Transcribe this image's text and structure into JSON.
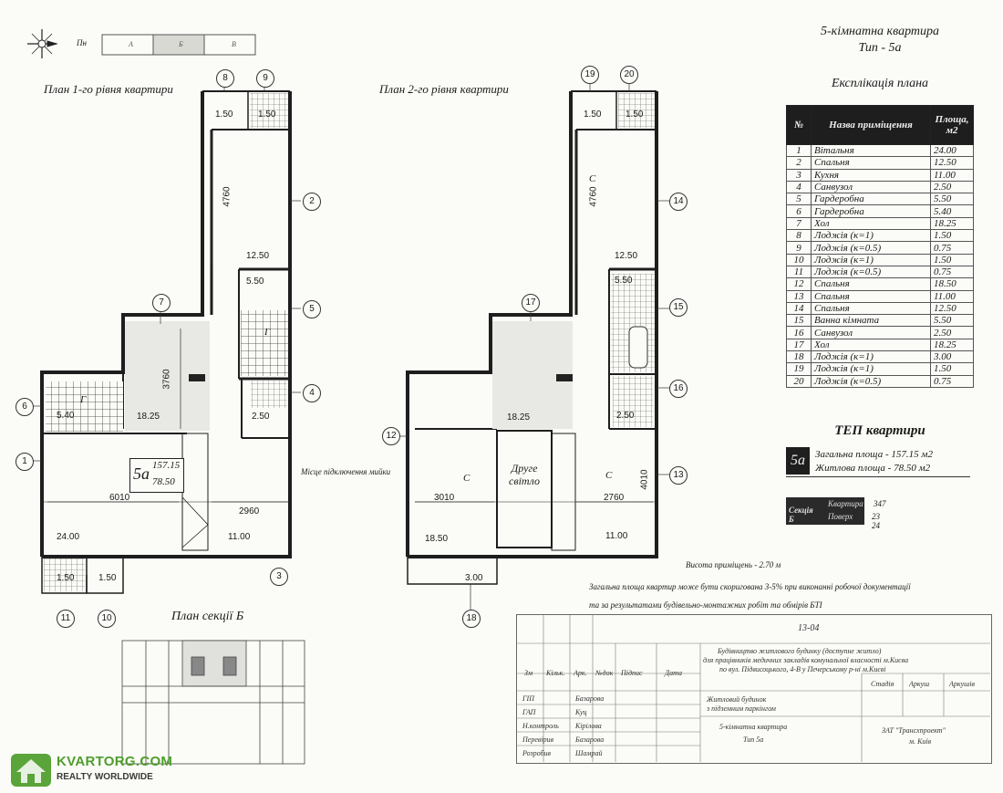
{
  "header": {
    "compass_label": "Пн",
    "strip_labels": [
      "А",
      "Б",
      "В"
    ],
    "title_line1": "5-кімнатна квартира",
    "title_line2": "Тип - 5а"
  },
  "plans": {
    "level1_title": "План 1-го рівня квартири",
    "level2_title": "План 2-го рівня квартири",
    "section_title": "План секції Б"
  },
  "explication": {
    "title": "Експлікація плана",
    "col_no": "№",
    "col_name": "Назва приміщення",
    "col_area": "Площа, м2",
    "rows": [
      {
        "no": "1",
        "name": "Вітальня",
        "area": "24.00"
      },
      {
        "no": "2",
        "name": "Спальня",
        "area": "12.50"
      },
      {
        "no": "3",
        "name": "Кухня",
        "area": "11.00"
      },
      {
        "no": "4",
        "name": "Санвузол",
        "area": "2.50"
      },
      {
        "no": "5",
        "name": "Гардеробна",
        "area": "5.50"
      },
      {
        "no": "6",
        "name": "Гардеробна",
        "area": "5.40"
      },
      {
        "no": "7",
        "name": "Хол",
        "area": "18.25"
      },
      {
        "no": "8",
        "name": "Лоджія (к=1)",
        "area": "1.50"
      },
      {
        "no": "9",
        "name": "Лоджія (к=0.5)",
        "area": "0.75"
      },
      {
        "no": "10",
        "name": "Лоджія (к=1)",
        "area": "1.50"
      },
      {
        "no": "11",
        "name": "Лоджія (к=0.5)",
        "area": "0.75"
      },
      {
        "no": "12",
        "name": "Спальня",
        "area": "18.50"
      },
      {
        "no": "13",
        "name": "Спальня",
        "area": "11.00"
      },
      {
        "no": "14",
        "name": "Спальня",
        "area": "12.50"
      },
      {
        "no": "15",
        "name": "Ванна кімната",
        "area": "5.50"
      },
      {
        "no": "16",
        "name": "Санвузол",
        "area": "2.50"
      },
      {
        "no": "17",
        "name": "Хол",
        "area": "18.25"
      },
      {
        "no": "18",
        "name": "Лоджія (к=1)",
        "area": "3.00"
      },
      {
        "no": "19",
        "name": "Лоджія (к=1)",
        "area": "1.50"
      },
      {
        "no": "20",
        "name": "Лоджія (к=0.5)",
        "area": "0.75"
      }
    ]
  },
  "tep": {
    "title": "ТЕП квартири",
    "code": "5а",
    "total": "Загальна площа - 157.15 м2",
    "living": "Житлова площа - 78.50 м2"
  },
  "section": {
    "label": "Секція Б",
    "flat_label": "Квартира",
    "flat_value": "347",
    "floor_label": "Поверх",
    "floor_value": "23 24"
  },
  "plan1": {
    "badge_code": "5а",
    "badge_total": "157.15",
    "badge_living": "78.50",
    "connection_note": "Місце підключення мийки",
    "dims": {
      "d1_50a": "1.50",
      "d1_50b": "1.50",
      "d4760": "4760",
      "d12_50": "12.50",
      "d5_50": "5.50",
      "d3760": "3760",
      "d5_40": "5.40",
      "d18_25": "18.25",
      "d2_50": "2.50",
      "d6010": "6010",
      "d2960": "2960",
      "d24_00": "24.00",
      "d11_00": "11.00",
      "d1_50c": "1.50",
      "d1_50d": "1.50"
    },
    "marks": {
      "g1": "Г",
      "g2": "Г"
    },
    "circles": [
      "1",
      "2",
      "3",
      "4",
      "5",
      "6",
      "7",
      "8",
      "9",
      "10",
      "11"
    ]
  },
  "plan2": {
    "second_light": "Друге світло",
    "dims": {
      "d1_50a": "1.50",
      "d1_50b": "1.50",
      "d4760": "4760",
      "d12_50": "12.50",
      "d5_50": "5.50",
      "d18_25": "18.25",
      "d2_50": "2.50",
      "d3010": "3010",
      "d2760": "2760",
      "d4010": "4010",
      "d18_50": "18.50",
      "d11_00": "11.00",
      "d3_00": "3.00"
    },
    "marks": {
      "c1": "С",
      "c2": "С",
      "c3": "С"
    },
    "circles": [
      "12",
      "13",
      "14",
      "15",
      "16",
      "17",
      "18",
      "19",
      "20"
    ]
  },
  "notes": {
    "height": "Висота приміщень - 2.70 м",
    "line1": "Загальна площа квартир може бути скоригована 3-5% при виконанні робочої документації",
    "line2": "та за результатами будівельно-монтажних робіт та обмірів БТІ"
  },
  "stamp": {
    "code": "13-04",
    "desc1": "Будівництво житлового будинку (доступне житло)",
    "desc2": "для працівників медичних закладів комунальної власності м.Києва",
    "desc3": "по вул. Підвисоцького, 4-В у Печерському р-ні м.Києві",
    "headers": [
      "Зм",
      "Кільк.",
      "Арк.",
      "№док",
      "Підпис",
      "Дата"
    ],
    "roles": [
      "ГІП",
      "ГАП",
      "Н.контроль",
      "Перевірив",
      "Розробив"
    ],
    "names": [
      "Базарова",
      "Куц",
      "Кірілова",
      "Базарова",
      "Шамрай"
    ],
    "object1": "Житловий будинок",
    "object2": "з підземним паркінгом",
    "stage_headers": [
      "Стадія",
      "Аркуш",
      "Аркушів"
    ],
    "sheet1": "5-кімнатна квартира",
    "sheet2": "Тип 5а",
    "org1": "ЗАТ \"Трансхпроект\"",
    "org2": "м. Київ"
  },
  "logo": {
    "name": "KVARTORG.COM",
    "tagline": "REALTY WORLDWIDE"
  }
}
